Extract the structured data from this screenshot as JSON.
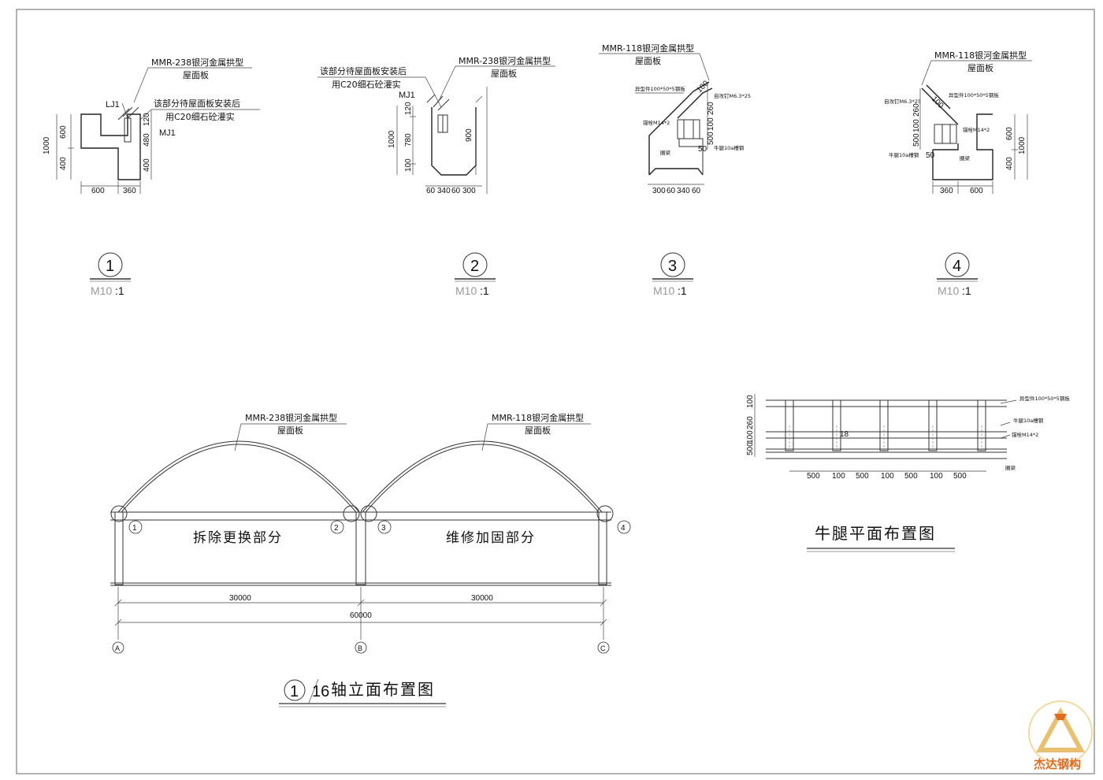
{
  "details": [
    {
      "number": "1",
      "scale_prefix": "M10",
      "scale_suffix": ":1",
      "panel_label_line1": "MMR-238银河金属拱型",
      "panel_label_line2": "屋面板",
      "note_line1": "该部分待屋面板安装后",
      "note_line2": "用C20细石砼灌实",
      "tags": [
        "LJ1",
        "MJ1"
      ],
      "dims_left": [
        "600",
        "400",
        "1000"
      ],
      "dims_right": [
        "120",
        "480",
        "400"
      ],
      "dims_bottom": [
        "600",
        "360"
      ]
    },
    {
      "number": "2",
      "scale_prefix": "M10",
      "scale_suffix": ":1",
      "panel_label_line1": "MMR-238银河金属拱型",
      "panel_label_line2": "屋面板",
      "note_line1": "该部分待屋面板安装后",
      "note_line2": "用C20细石砼灌实",
      "tags": [
        "MJ1"
      ],
      "dims_left": [
        "1000",
        "120",
        "780",
        "100"
      ],
      "dims_right": [
        "900"
      ],
      "dims_bottom": [
        "60",
        "340",
        "60",
        "300"
      ]
    },
    {
      "number": "3",
      "scale_prefix": "M10",
      "scale_suffix": ":1",
      "panel_label_line1": "MMR-118银河金属拱型",
      "panel_label_line2": "屋面板",
      "part_labels": [
        "异型件100*50*5钢板",
        "自攻钉M6.3*25",
        "锚栓M14*2",
        "圈梁",
        "牛腿10a槽钢"
      ],
      "dims_side": [
        "100",
        "260",
        "100",
        "500",
        "50"
      ],
      "dims_bottom": [
        "300",
        "60",
        "340",
        "60"
      ]
    },
    {
      "number": "4",
      "scale_prefix": "M10",
      "scale_suffix": ":1",
      "panel_label_line1": "MMR-118银河金属拱型",
      "panel_label_line2": "屋面板",
      "part_labels": [
        "自攻钉M6.3*25",
        "异型件100*50*5钢板",
        "锚栓M14*2",
        "牛腿10a槽钢",
        "圈梁"
      ],
      "dims_side": [
        "100",
        "260",
        "100",
        "500",
        "50"
      ],
      "dims_right": [
        "600",
        "400",
        "1000"
      ],
      "dims_bottom": [
        "360",
        "600"
      ]
    }
  ],
  "elevation": {
    "title_num1": "1",
    "title_num2": "16",
    "title_text": "轴立面布置图",
    "left_panel_line1": "MMR-238银河金属拱型",
    "left_panel_line2": "屋面板",
    "right_panel_line1": "MMR-118银河金属拱型",
    "right_panel_line2": "屋面板",
    "left_zone": "拆除更换部分",
    "right_zone": "维修加固部分",
    "callouts": [
      "1",
      "2",
      "3",
      "4"
    ],
    "dims": [
      "30000",
      "30000",
      "60000"
    ],
    "axes": [
      "A",
      "B",
      "C"
    ]
  },
  "corbel_plan": {
    "title": "牛腿平面布置图",
    "labels": [
      "异型件100*50*5钢板",
      "牛腿10a槽钢",
      "锚栓M14*2",
      "圈梁"
    ],
    "dims_left": [
      "100",
      "260",
      "100",
      "500"
    ],
    "mark": "18",
    "dims_bottom": [
      "500",
      "100",
      "500",
      "100",
      "500",
      "100",
      "500"
    ]
  },
  "logo": {
    "text": "杰达钢构",
    "colors": {
      "ring": "#f3d9a0",
      "triangle": "#e8c070",
      "text": "#e06a1e"
    }
  }
}
